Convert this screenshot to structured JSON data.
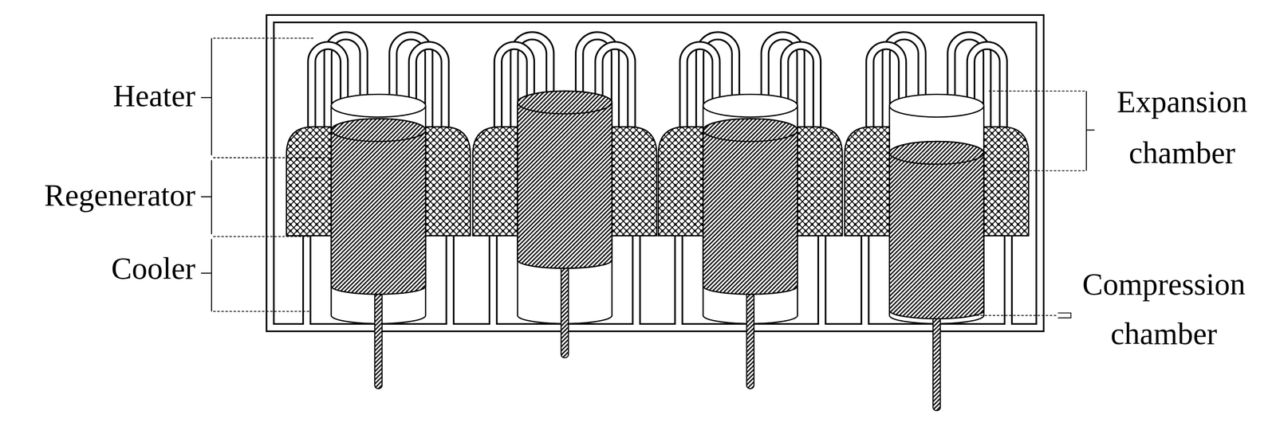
{
  "diagram": {
    "labels": [
      "Heater",
      "Regenerator",
      "Cooler",
      "Expansion chamber",
      "Compression chamber"
    ]
  }
}
